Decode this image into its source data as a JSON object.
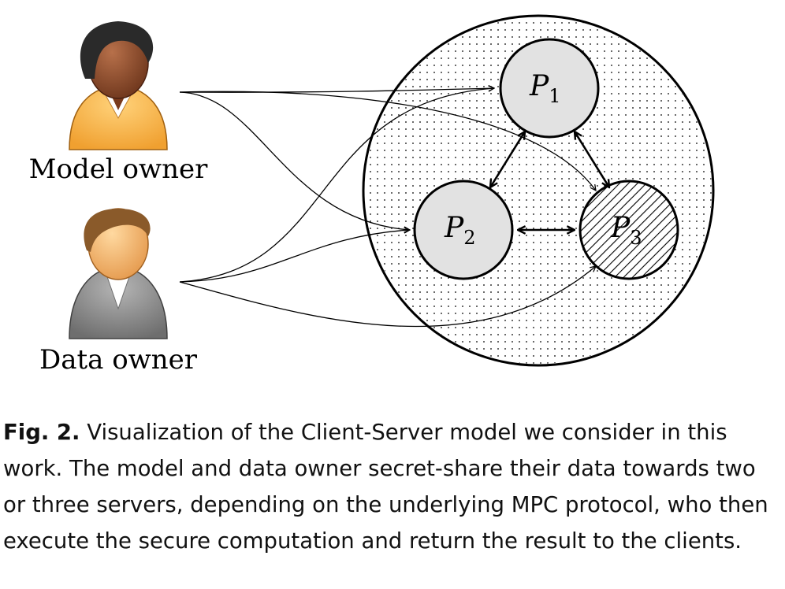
{
  "actors": {
    "model_owner": {
      "label": "Model owner"
    },
    "data_owner": {
      "label": "Data owner"
    }
  },
  "servers": {
    "p1": {
      "base": "P",
      "sub": "1"
    },
    "p2": {
      "base": "P",
      "sub": "2"
    },
    "p3": {
      "base": "P",
      "sub": "3"
    }
  },
  "caption": {
    "label": "Fig. 2.",
    "text": "Visualization of the Client-Server model we consider in this work. The model and data owner secret-share their data towards two or three servers, depending on the underlying MPC protocol, who then execute the secure computation and return the result to the clients."
  },
  "colors": {
    "server_fill": "#e2e2e2",
    "stroke": "#000000",
    "model_owner_suit": "#f5a53a",
    "model_owner_skin": "#8a4a2a",
    "data_owner_suit": "#8c8c8c",
    "data_owner_skin": "#e9a968"
  }
}
